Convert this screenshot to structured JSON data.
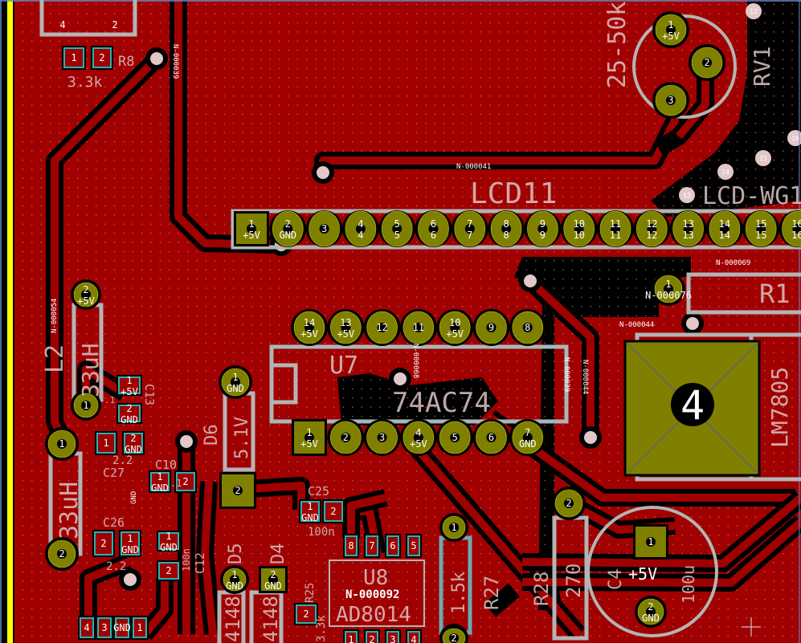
{
  "colors": {
    "copper": "#a00000",
    "pad": "#808000",
    "silk": "#dcc4c4",
    "edge": "#ffff00",
    "outline": "#b4b4b4",
    "via": "#e2c8c8"
  },
  "top_part": {
    "pin_a": "4",
    "pin_b": "2"
  },
  "r8": {
    "ref": "R8",
    "value": "3.3k",
    "pin1": "1",
    "pin2": "2"
  },
  "nets": {
    "n39a": "N-000039",
    "n54": "N-000054",
    "n41": "N-000041",
    "n69": "N-000069",
    "n76": "N-000076",
    "n44": "N-000044",
    "n68": "N-000068",
    "n39b": "N-000039",
    "n44v": "N-000044",
    "n92": "N-000092"
  },
  "lcd": {
    "ref": "LCD11",
    "ref2": "LCD-WG1",
    "pins": [
      {
        "num": "1",
        "net": "+5V"
      },
      {
        "num": "2",
        "net": "GND"
      },
      {
        "num": "3",
        "net": ""
      },
      {
        "num": "4",
        "net": "4"
      },
      {
        "num": "5",
        "net": "5"
      },
      {
        "num": "6",
        "net": "6"
      },
      {
        "num": "7",
        "net": "7"
      },
      {
        "num": "8",
        "net": "8"
      },
      {
        "num": "9",
        "net": "9"
      },
      {
        "num": "10",
        "net": "10"
      },
      {
        "num": "11",
        "net": "11"
      },
      {
        "num": "12",
        "net": "12"
      },
      {
        "num": "13",
        "net": "13"
      },
      {
        "num": "14",
        "net": "14"
      },
      {
        "num": "15",
        "net": "15"
      },
      {
        "num": "16",
        "net": "16"
      }
    ],
    "via_labels": [
      "12",
      "15",
      "14",
      "13",
      "16"
    ]
  },
  "u7": {
    "ref": "U7",
    "value": "74AC74",
    "top_pins": [
      {
        "num": "14",
        "net": "+5V"
      },
      {
        "num": "13",
        "net": "+5V"
      },
      {
        "num": "12",
        "net": ""
      },
      {
        "num": "11",
        "net": ""
      },
      {
        "num": "10",
        "net": "+5V"
      },
      {
        "num": "9",
        "net": ""
      },
      {
        "num": "8",
        "net": ""
      }
    ],
    "bottom_pins": [
      {
        "num": "1",
        "net": "+5V"
      },
      {
        "num": "2",
        "net": ""
      },
      {
        "num": "3",
        "net": ""
      },
      {
        "num": "4",
        "net": "+5V"
      },
      {
        "num": "5",
        "net": ""
      },
      {
        "num": "6",
        "net": ""
      },
      {
        "num": "7",
        "net": "GND"
      }
    ]
  },
  "l2": {
    "ref": "L2",
    "value": "33uH",
    "pin2": "2",
    "pin2_net": "+5V",
    "pin1": "1"
  },
  "c13": {
    "ref": "C13",
    "value": ".1",
    "pin1": "1",
    "pin1_net": "+5V",
    "pin2": "2",
    "pin2_net": "GND"
  },
  "l3": {
    "value": "33uH",
    "pin1": "1",
    "pin2": "2"
  },
  "c27": {
    "ref": "C27",
    "value": "2.2",
    "pin1": "1",
    "pin2": "2",
    "pin2_net": "GND"
  },
  "gnd_label": "GND",
  "c10": {
    "ref": "C10",
    "value": ".1",
    "pin1": "1",
    "pin1_net": "GND",
    "pin2": "2"
  },
  "d6": {
    "ref": "D6",
    "value": "5.1V",
    "pin1": "1",
    "pin1_net": "GND",
    "pin2": "2"
  },
  "c25": {
    "ref": "C25",
    "value": "100n",
    "pin1": "1",
    "pin1_net": "GND",
    "pin2": "2"
  },
  "c26": {
    "ref": "C26",
    "value": "2.2",
    "pin1": "1",
    "pin1_net": "GND",
    "pin2": "2"
  },
  "c12": {
    "ref": "C12",
    "value": "100n",
    "pin1": "1",
    "pin1_net": "GND",
    "pin2": "2"
  },
  "d5": {
    "ref": "D5",
    "value": "4148",
    "pin1": "1",
    "pin1_net": "GND"
  },
  "d4": {
    "ref": "D4",
    "value": "4148",
    "pin2": "2",
    "pin2_net": "GND"
  },
  "r25": {
    "ref": "R25",
    "value": "3.3k",
    "pin2": "2"
  },
  "u8": {
    "ref": "U8",
    "value": "AD8014",
    "top_pins": [
      "8",
      "7",
      "6",
      "5"
    ],
    "bottom_pins": [
      "1",
      "2",
      "3",
      "4"
    ]
  },
  "bl_part": {
    "pins": [
      "4",
      "3",
      "GND",
      "1"
    ]
  },
  "r27": {
    "ref": "R27",
    "value": "1.5k",
    "pin1": "1",
    "pin2": "2"
  },
  "r28": {
    "ref": "R28",
    "value": "270",
    "pin2": "2"
  },
  "c4": {
    "ref": "C4",
    "value": "100u",
    "pin1": "1",
    "pin2": "2",
    "pin2_net": "GND",
    "net": "+5V"
  },
  "lm7805": {
    "ref": "LM7805",
    "tab": "4"
  },
  "r1": {
    "ref": "R1",
    "pin1": "1"
  },
  "rv1": {
    "ref": "RV1",
    "value": "25-50k",
    "pin1": "1",
    "pin1_net": "+5V",
    "pin2": "2",
    "pin3": "3"
  }
}
